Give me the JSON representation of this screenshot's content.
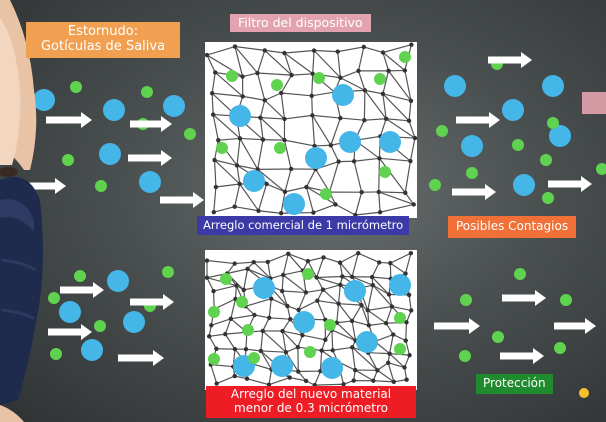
{
  "labels": {
    "sneeze_line1": "Estornudo:",
    "sneeze_line2": "Gotículas de Saliva",
    "filter_title": "Filtro del dispositivo",
    "commercial": "Arreglo comercial de 1 micrómetro",
    "possible": "Posibles Contagios",
    "new_material_line1": "Arreglo del nuevo material",
    "new_material_line2": "menor de 0.3 micrómetro",
    "protection": "Protección"
  },
  "colors": {
    "droplet_blue": "#45b6e8",
    "droplet_green": "#5fd34f",
    "label_orange": "#f0a050",
    "label_pink": "#e3a3ae",
    "label_blue": "#3b3aa6",
    "label_orange_red": "#f07038",
    "label_red": "#ee1c24",
    "label_green": "#1f8a2e"
  },
  "icons": [
    "face-mask-image",
    "arrow-icon",
    "droplet-icon",
    "mesh-filter"
  ]
}
